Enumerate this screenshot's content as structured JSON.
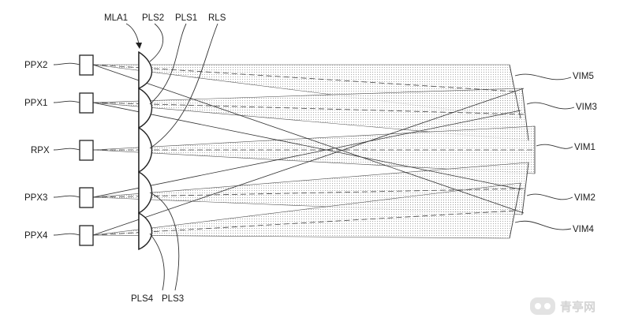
{
  "labels": {
    "mla1": "MLA1",
    "pls2": "PLS2",
    "pls1": "PLS1",
    "rls": "RLS",
    "pls4": "PLS4",
    "pls3": "PLS3",
    "ppx2": "PPX2",
    "ppx1": "PPX1",
    "rpx": "RPX",
    "ppx3": "PPX3",
    "ppx4": "PPX4",
    "vim5": "VIM5",
    "vim3": "VIM3",
    "vim1": "VIM1",
    "vim2": "VIM2",
    "vim4": "VIM4"
  },
  "watermark": {
    "text": "青亭网",
    "logo": "vr-headset-logo-icon"
  },
  "colors": {
    "line": "#222222",
    "beam_fill": "#cfcfcf",
    "background": "#ffffff"
  }
}
